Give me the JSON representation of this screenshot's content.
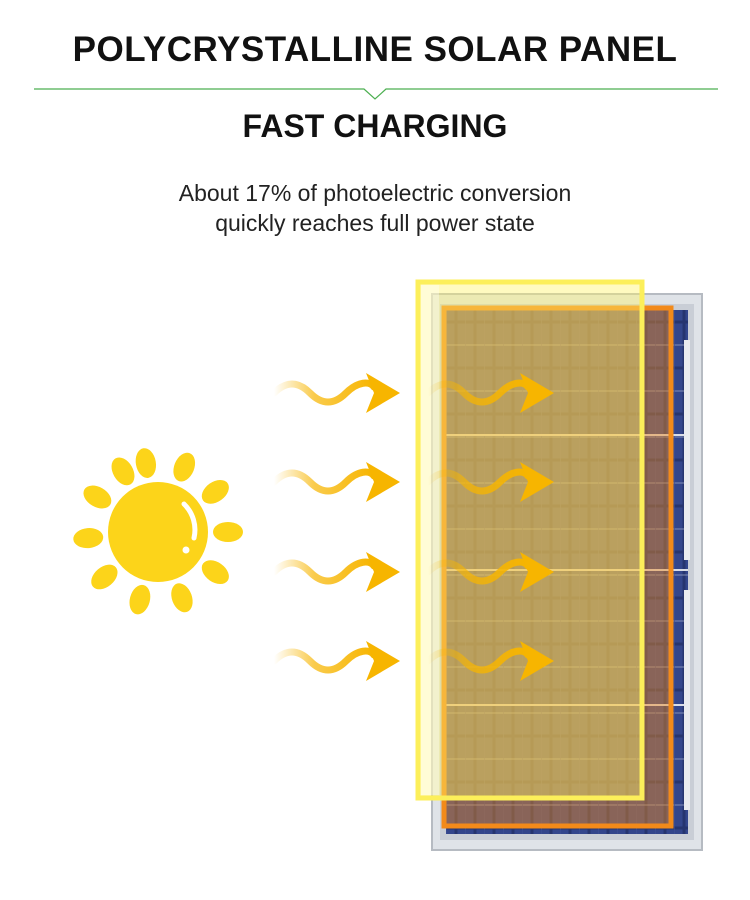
{
  "header": {
    "title": "POLYCRYSTALLINE SOLAR PANEL",
    "subtitle": "FAST CHARGING",
    "description_line1": "About 17% of photoelectric conversion",
    "description_line2": "quickly reaches full power state"
  },
  "colors": {
    "divider": "#4caf50",
    "sun": "#fcd41a",
    "arrow": "#f7b500",
    "panel_frame": "#c8ccd2",
    "panel_cells": "#2a3a78",
    "overlay_orange": "#f28a1a",
    "overlay_yellow": "#fff06a"
  },
  "icons": [
    "sun-icon",
    "wave-arrow-icon",
    "solar-panel-image"
  ]
}
